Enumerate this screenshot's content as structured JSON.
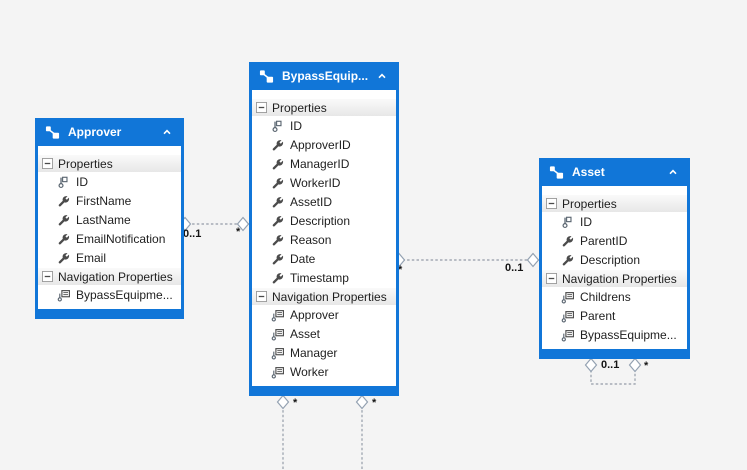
{
  "colors": {
    "canvas_background": "#f4f4f4",
    "entity_header_blue": "#1176d8",
    "section_header_gray": "#e7e7e7",
    "connector_gray": "#a3aab4",
    "text_dark": "#1e1e1e"
  },
  "icons": {
    "entity_header": "entity-icon",
    "collapse": "chevron-up-icon",
    "section_expander": "minus-box-icon",
    "key": "key-icon",
    "scalar": "wrench-icon",
    "navigation": "navigation-property-icon"
  },
  "entities": [
    {
      "title": "Approver",
      "sections": [
        {
          "label": "Properties",
          "rows": [
            {
              "icon": "key-icon",
              "name": "ID"
            },
            {
              "icon": "wrench-icon",
              "name": "FirstName"
            },
            {
              "icon": "wrench-icon",
              "name": "LastName"
            },
            {
              "icon": "wrench-icon",
              "name": "EmailNotification"
            },
            {
              "icon": "wrench-icon",
              "name": "Email"
            }
          ]
        },
        {
          "label": "Navigation Properties",
          "rows": [
            {
              "icon": "navigation-property-icon",
              "name": "BypassEquipme..."
            }
          ]
        }
      ]
    },
    {
      "title": "BypassEquip...",
      "sections": [
        {
          "label": "Properties",
          "rows": [
            {
              "icon": "key-icon",
              "name": "ID"
            },
            {
              "icon": "wrench-icon",
              "name": "ApproverID"
            },
            {
              "icon": "wrench-icon",
              "name": "ManagerID"
            },
            {
              "icon": "wrench-icon",
              "name": "WorkerID"
            },
            {
              "icon": "wrench-icon",
              "name": "AssetID"
            },
            {
              "icon": "wrench-icon",
              "name": "Description"
            },
            {
              "icon": "wrench-icon",
              "name": "Reason"
            },
            {
              "icon": "wrench-icon",
              "name": "Date"
            },
            {
              "icon": "wrench-icon",
              "name": "Timestamp"
            }
          ]
        },
        {
          "label": "Navigation Properties",
          "rows": [
            {
              "icon": "navigation-property-icon",
              "name": "Approver"
            },
            {
              "icon": "navigation-property-icon",
              "name": "Asset"
            },
            {
              "icon": "navigation-property-icon",
              "name": "Manager"
            },
            {
              "icon": "navigation-property-icon",
              "name": "Worker"
            }
          ]
        }
      ]
    },
    {
      "title": "Asset",
      "sections": [
        {
          "label": "Properties",
          "rows": [
            {
              "icon": "key-icon",
              "name": "ID"
            },
            {
              "icon": "wrench-icon",
              "name": "ParentID"
            },
            {
              "icon": "wrench-icon",
              "name": "Description"
            }
          ]
        },
        {
          "label": "Navigation Properties",
          "rows": [
            {
              "icon": "navigation-property-icon",
              "name": "Childrens"
            },
            {
              "icon": "navigation-property-icon",
              "name": "Parent"
            },
            {
              "icon": "navigation-property-icon",
              "name": "BypassEquipme..."
            }
          ]
        }
      ]
    }
  ],
  "connectors": {
    "approver_bypass": {
      "approver_end": "0..1",
      "bypass_end": "*"
    },
    "bypass_asset": {
      "bypass_end": "*",
      "asset_end": "0..1"
    },
    "bypass_bottom_left": {
      "bypass_end": "*"
    },
    "bypass_bottom_right": {
      "bypass_end": "*"
    },
    "asset_self": {
      "parent_end": "0..1",
      "children_end": "*"
    }
  }
}
